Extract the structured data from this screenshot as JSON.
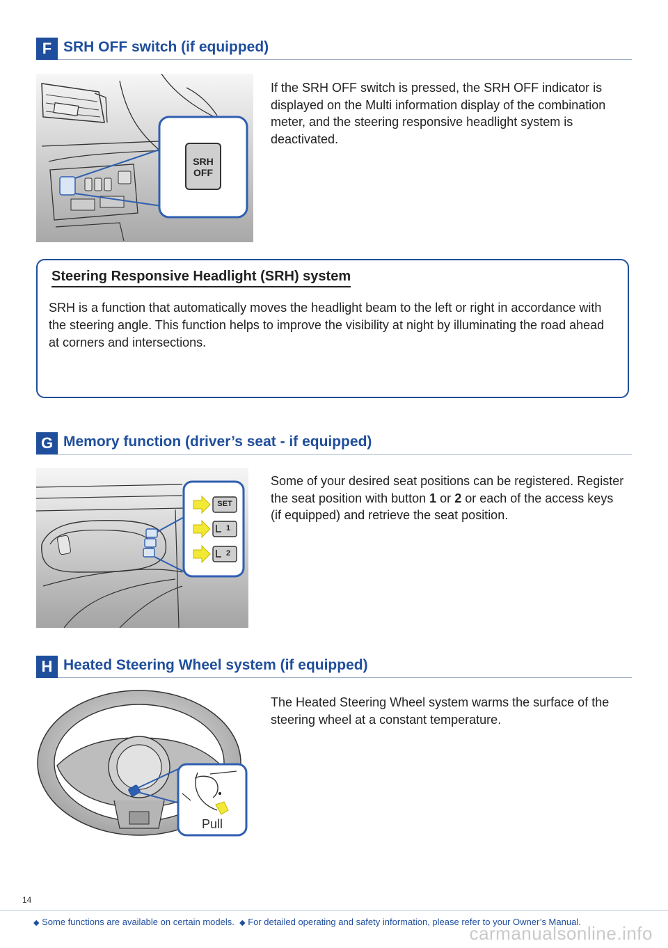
{
  "sections": {
    "f": {
      "letter": "F",
      "title": "SRH OFF switch (if equipped)",
      "text": "If the SRH OFF switch is pressed, the SRH OFF indicator is displayed on the Multi information display of the combination meter, and the steering responsive headlight system is deactivated.",
      "button_line1": "SRH",
      "button_line2": "OFF"
    },
    "srh_box": {
      "title": "Steering Responsive Headlight (SRH) system",
      "text": "SRH is a function that automatically moves the headlight beam to the left or right in accordance with the steering angle. This function helps to improve the visibility at night by illuminating the road ahead at corners and intersections."
    },
    "g": {
      "letter": "G",
      "title": "Memory function (driver’s seat - if equipped)",
      "text_part1": "Some of your desired seat positions can be registered. Register the seat position with button ",
      "text_bold1": "1",
      "text_part2": " or ",
      "text_bold2": "2",
      "text_part3": " or each of the access keys (if equipped) and retrieve the seat position.",
      "button_set": "SET",
      "button_1": "1",
      "button_2": "2"
    },
    "h": {
      "letter": "H",
      "title": "Heated Steering Wheel system (if equipped)",
      "text": "The Heated Steering Wheel system warms the surface of the steering wheel at a constant temperature.",
      "pull_label": "Pull"
    }
  },
  "page_number": "14",
  "footer": {
    "note1": "Some functions are available on certain models.",
    "note2": "For detailed operating and safety information, please refer to your Owner’s Manual."
  },
  "watermark": "carmanualsonline.info",
  "colors": {
    "accent": "#1f4e9c",
    "callout_border": "#2f5fb0",
    "arrow_yellow": "#f2e836"
  }
}
